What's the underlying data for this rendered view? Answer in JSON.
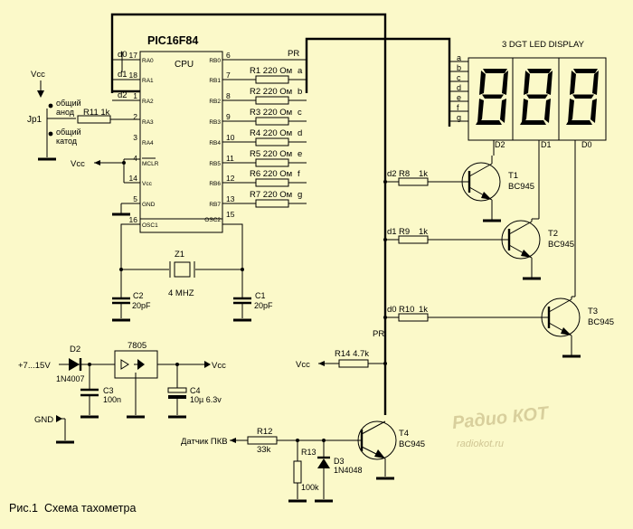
{
  "mcu": {
    "name": "PIC16F84",
    "core": "CPU",
    "left_pins": [
      {
        "num": "17",
        "name": "RA0",
        "net": "d0"
      },
      {
        "num": "18",
        "name": "RA1",
        "net": "d1"
      },
      {
        "num": "1",
        "name": "RA2",
        "net": "d2"
      },
      {
        "num": "2",
        "name": "RA3",
        "net": ""
      },
      {
        "num": "3",
        "name": "RA4",
        "net": ""
      },
      {
        "num": "4",
        "name": "MCLR",
        "net": ""
      },
      {
        "num": "14",
        "name": "Vcc",
        "net": ""
      },
      {
        "num": "5",
        "name": "GND",
        "net": ""
      },
      {
        "num": "16",
        "name": "OSC1",
        "net": ""
      }
    ],
    "right_pins": [
      {
        "num": "6",
        "name": "RB0",
        "net": "PR"
      },
      {
        "num": "7",
        "name": "RB1",
        "net": "a"
      },
      {
        "num": "8",
        "name": "RB2",
        "net": "b"
      },
      {
        "num": "9",
        "name": "RB3",
        "net": "c"
      },
      {
        "num": "10",
        "name": "RB4",
        "net": "d"
      },
      {
        "num": "11",
        "name": "RB5",
        "net": "e"
      },
      {
        "num": "12",
        "name": "RB6",
        "net": "f"
      },
      {
        "num": "13",
        "name": "RB7",
        "net": "g"
      },
      {
        "num": "15",
        "name": "OSC2",
        "net": ""
      }
    ]
  },
  "seg_resistors": [
    {
      "ref": "R1",
      "value": "220 Ом"
    },
    {
      "ref": "R2",
      "value": "220 Ом"
    },
    {
      "ref": "R3",
      "value": "220 Ом"
    },
    {
      "ref": "R4",
      "value": "220 Ом"
    },
    {
      "ref": "R5",
      "value": "220 Ом"
    },
    {
      "ref": "R6",
      "value": "220 Ом"
    },
    {
      "ref": "R7",
      "value": "220 Ом"
    }
  ],
  "display": {
    "title": "3 DGT LED DISPLAY",
    "segments": [
      "a",
      "b",
      "c",
      "d",
      "e",
      "f",
      "g"
    ],
    "digits": [
      "D2",
      "D1",
      "D0"
    ]
  },
  "jumper": {
    "ref": "Jp1",
    "r11": "R11",
    "r11_value": "1k",
    "vcc": "Vcc",
    "anode": "общий\nанод",
    "cathode": "общий\nкатод"
  },
  "vcc_mclr": "Vcc",
  "crystal": {
    "ref": "Z1",
    "value": "4 MHZ"
  },
  "c1": {
    "ref": "C1",
    "value": "20pF"
  },
  "c2": {
    "ref": "C2",
    "value": "20pF"
  },
  "drivers": [
    {
      "net": "d2",
      "res": "R8",
      "res_value": "1k",
      "ref": "T1",
      "model": "BC945"
    },
    {
      "net": "d1",
      "res": "R9",
      "res_value": "1k",
      "ref": "T2",
      "model": "BC945"
    },
    {
      "net": "d0",
      "res": "R10",
      "res_value": "1k",
      "ref": "T3",
      "model": "BC945"
    }
  ],
  "pr_net": "PR",
  "power": {
    "input": "+7...15V",
    "diode": "D2",
    "diode_model": "1N4007",
    "reg": "7805",
    "c3": "C3",
    "c3_value": "100n",
    "c4": "C4",
    "c4_value": "10µ 6.3v",
    "vcc": "Vcc",
    "gnd": "GND"
  },
  "sensor": {
    "label": "Датчик ПКВ",
    "r12": "R12",
    "r12_value": "33k",
    "r13": "R13",
    "r13_value": "100k",
    "d3": "D3",
    "d3_model": "1N4048",
    "r14": "R14",
    "r14_value": "4.7k",
    "vcc": "Vcc",
    "t4": "T4",
    "t4_model": "BC945"
  },
  "watermark": {
    "logo": "Радио КОТ",
    "url": "radiokot.ru"
  },
  "caption": "Рис.1  Схема тахометра",
  "colors": {
    "background": "#fbf9c9",
    "ink": "#000000",
    "watermark": "#d8cf9c"
  }
}
